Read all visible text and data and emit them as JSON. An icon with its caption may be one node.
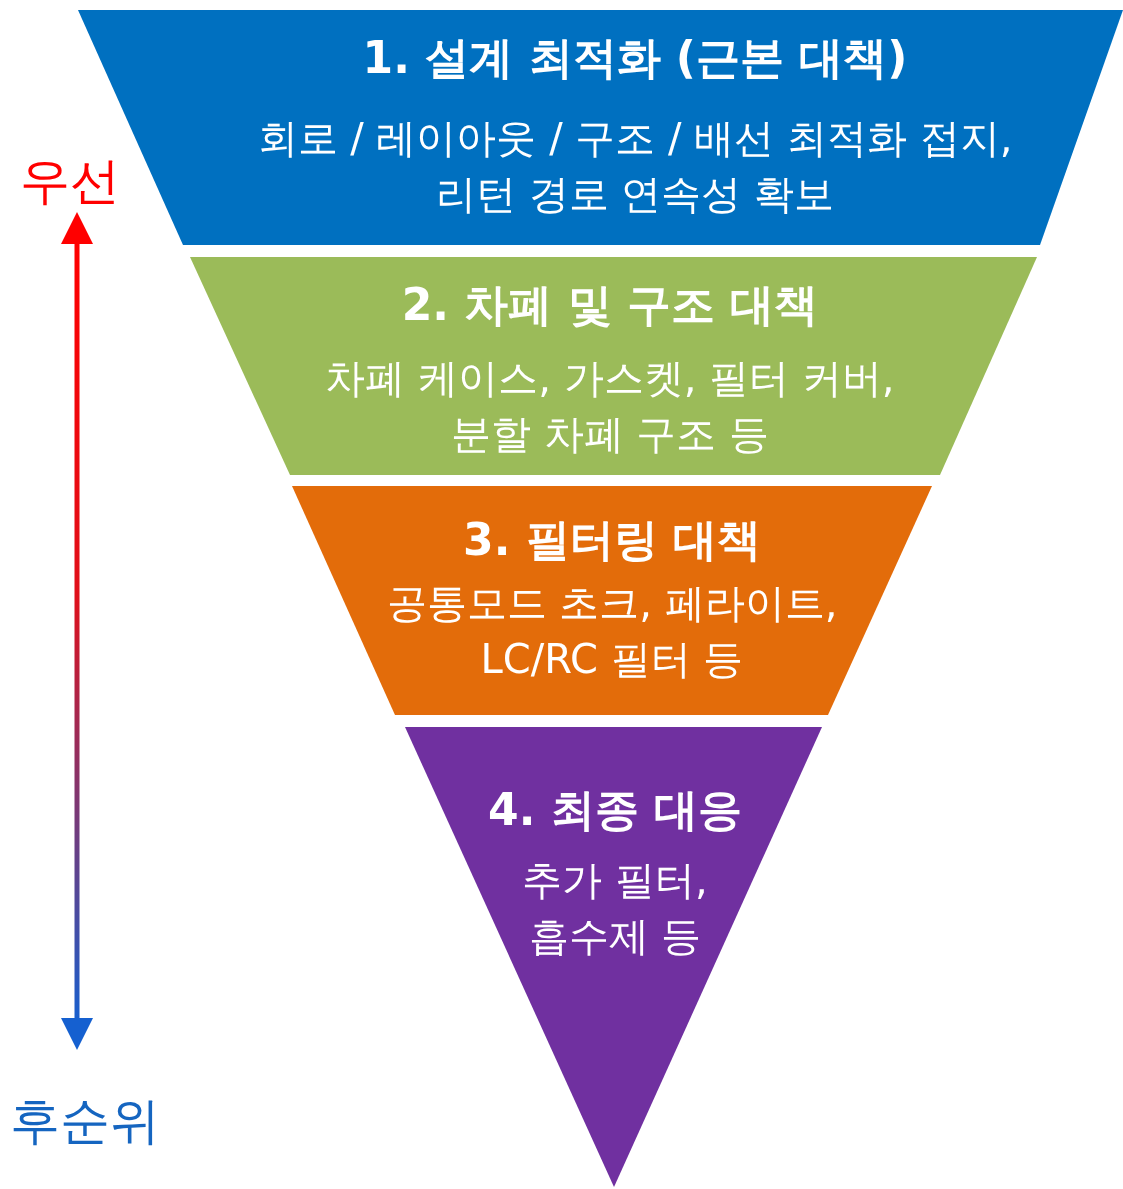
{
  "diagram": {
    "nodes": [
      {
        "text": [
          "1. 설계 최적화 (근본 대책)",
          "회로 / 레이아웃 / 구조 / 배선 최적화 접지, 리턴 경로 연속성 확보"
        ]
      },
      {
        "text": [
          "2. 차폐 및 구조 대책",
          "차폐 케이스, 가스켓, 필터 커버, 분할 차폐 구조 등"
        ]
      },
      {
        "text": [
          "3. 필터링 대책",
          "공통모드 초크, 페라이트, LC/RC 필터 등"
        ]
      },
      {
        "text": [
          "4. 최종 대응",
          "추가 필터, 흡수제 등"
        ]
      }
    ],
    "edges": [],
    "labels": [
      "우선",
      "후순위"
    ]
  }
}
